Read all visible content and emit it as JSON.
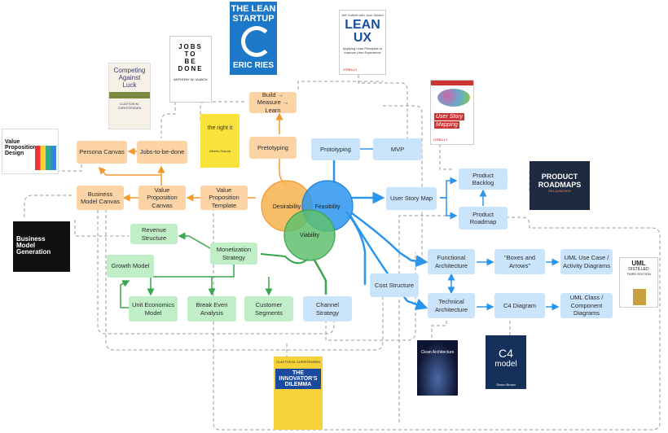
{
  "colors": {
    "orange": "#fcd4a6",
    "blue": "#c9e4fb",
    "green": "#bfeec7",
    "desirability": "#f6b657",
    "feasibility": "#2b95ee",
    "viability": "#5fbf6e"
  },
  "circles": {
    "desirability": "Desirability",
    "feasibility": "Feasibility",
    "viability": "Viability"
  },
  "nodes": {
    "build_measure_learn": "Build → Measure → Learn",
    "prototyping_orange": "Pretotyping",
    "prototyping_blue": "Prototyping",
    "mvp": "MVP",
    "persona_canvas": "Persona Canvas",
    "jobs_to_be_done": "Jobs-to-be-done",
    "business_model_canvas": "Business Model Canvas",
    "value_proposition_canvas": "Value Proposition Canvas",
    "value_proposition_template": "Value Proposition Template",
    "user_story_map": "User Story Map",
    "product_backlog": "Product Backlog",
    "product_roadmap": "Product Roadmap",
    "revenue_structure": "Revenue Structure",
    "monetization_strategy": "Monetization Strategy",
    "growth_model": "Growth Model",
    "unit_economics_model": "Unit Economics Model",
    "break_even_analysis": "Break Even Analysis",
    "customer_segments": "Customer Segments",
    "channel_strategy": "Channel Strategy",
    "cost_structure": "Cost Structure",
    "functional_architecture": "Functional Architecture",
    "boxes_and_arrows": "\"Boxes and Arrows\"",
    "uml_use_case": "UML Use Case / Activity Diagrams",
    "technical_architecture": "Technical Architecture",
    "c4_diagram": "C4 Diagram",
    "uml_class": "UML Class / Component Diagrams"
  },
  "books": {
    "lean_startup": {
      "title1": "THE LEAN",
      "title2": "STARTUP",
      "author": "ERIC RIES"
    },
    "lean_ux": {
      "top": "Jeff Gothelf with Josh Seiden",
      "title1": "LEAN",
      "title2": "UX",
      "sub": "Applying Lean Principles to Improve User Experience",
      "publisher": "O'REILLY"
    },
    "jobs_to_be_done": {
      "l1": "JOBS",
      "l2": "TO",
      "l3": "BE",
      "l4": "DONE",
      "author": "ANTHONY W. ULWICK"
    },
    "competing_against_luck": {
      "l1": "Competing",
      "l2": "Against",
      "l3": "Luck",
      "author": "CLAYTON M. CHRISTENSEN"
    },
    "value_proposition_design": {
      "l1": "Value",
      "l2": "Proposition",
      "l3": "Design"
    },
    "the_right_it": {
      "title": "the right it",
      "author": "Alberto Savoia"
    },
    "user_story_mapping": {
      "l1": "User Story",
      "l2": "Mapping",
      "publisher": "O'REILLY"
    },
    "product_roadmaps": {
      "l1": "PRODUCT",
      "l2": "ROADMAPS",
      "l3": "RELAUNCHED"
    },
    "business_model_generation": {
      "l1": "Business",
      "l2": "Model",
      "l3": "Generation"
    },
    "uml_distilled": {
      "l1": "UML",
      "l2": "DISTILLED",
      "l3": "THIRD EDITION"
    },
    "innovators_dilemma": {
      "author": "CLAYTON M. CHRISTENSEN",
      "l1": "THE",
      "l2": "INNOVATOR'S",
      "l3": "DILEMMA"
    },
    "clean_architecture": {
      "title": "Clean Architecture"
    },
    "c4_model": {
      "l1": "C4",
      "l2": "model",
      "author": "Simon Brown"
    }
  }
}
